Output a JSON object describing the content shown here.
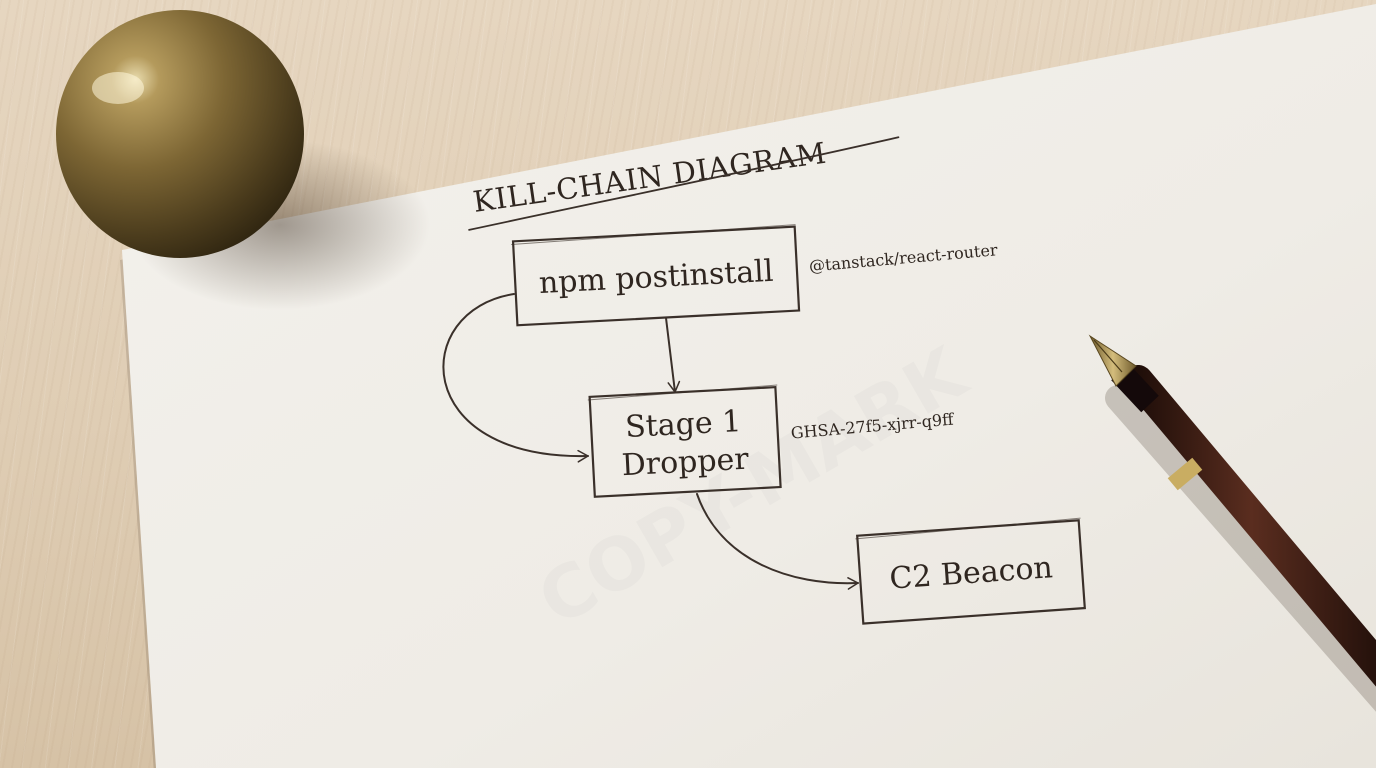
{
  "diagram": {
    "title": "KILL-CHAIN DIAGRAM",
    "nodes": {
      "postinstall": {
        "label": "npm postinstall",
        "note": "@tanstack/react-router"
      },
      "dropper": {
        "label_line1": "Stage 1",
        "label_line2": "Dropper",
        "note": "GHSA-27f5-xjrr-q9ff"
      },
      "beacon": {
        "label": "C2 Beacon"
      }
    },
    "edges": [
      {
        "from": "postinstall",
        "to": "dropper",
        "style": "straight"
      },
      {
        "from": "postinstall",
        "to": "dropper",
        "style": "curved-left"
      },
      {
        "from": "dropper",
        "to": "beacon",
        "style": "curved"
      }
    ]
  },
  "props": {
    "objects": [
      "brass-sphere",
      "fountain-pen"
    ]
  },
  "colors": {
    "ink": "#2f2620",
    "paper": "#f1efea",
    "wood": "#e2d2bb",
    "brass": "#8a7440",
    "pen_body": "#3c1f16"
  }
}
